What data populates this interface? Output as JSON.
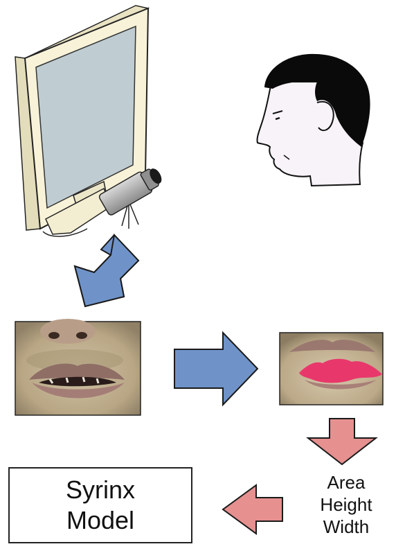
{
  "diagram": {
    "features": [
      "Area",
      "Height",
      "Width"
    ],
    "model_box": {
      "line1": "Syrinx",
      "line2": "Model"
    }
  },
  "colors": {
    "flow_arrow": "#6f93c9",
    "output_arrow": "#e69090",
    "lip_highlight": "#e8386b",
    "skin": "#c8b99a",
    "monitor_frame": "#f7f2d8",
    "monitor_screen": "#bfcdd2",
    "hair": "#0a0a0a"
  }
}
